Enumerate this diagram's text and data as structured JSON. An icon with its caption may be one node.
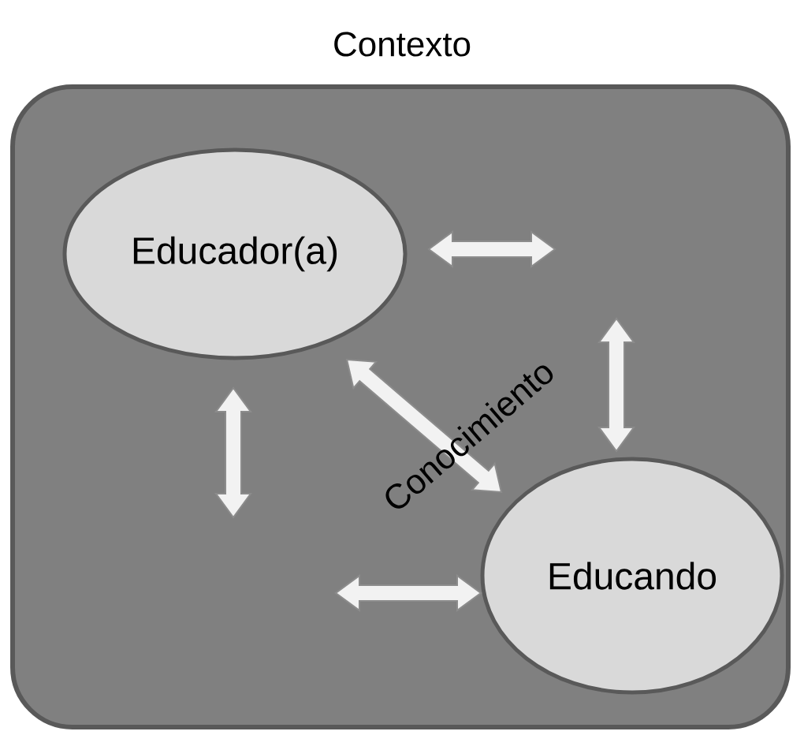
{
  "diagram": {
    "nodes": [
      {
        "text": [
          "Contexto"
        ]
      },
      {
        "text": [
          "Educador(a)"
        ],
        "in": 0
      },
      {
        "text": [
          "Educando"
        ],
        "in": 0
      }
    ],
    "edges": [
      {
        "from": 1,
        "to": 2,
        "arrow": "both",
        "label": "Conocimiento"
      },
      {
        "from": 1,
        "to": null,
        "arrow": "both"
      },
      {
        "from": null,
        "to": 2,
        "arrow": "both"
      },
      {
        "from": 1,
        "to": null,
        "arrow": "both"
      },
      {
        "from": null,
        "to": 2,
        "arrow": "both"
      }
    ]
  }
}
